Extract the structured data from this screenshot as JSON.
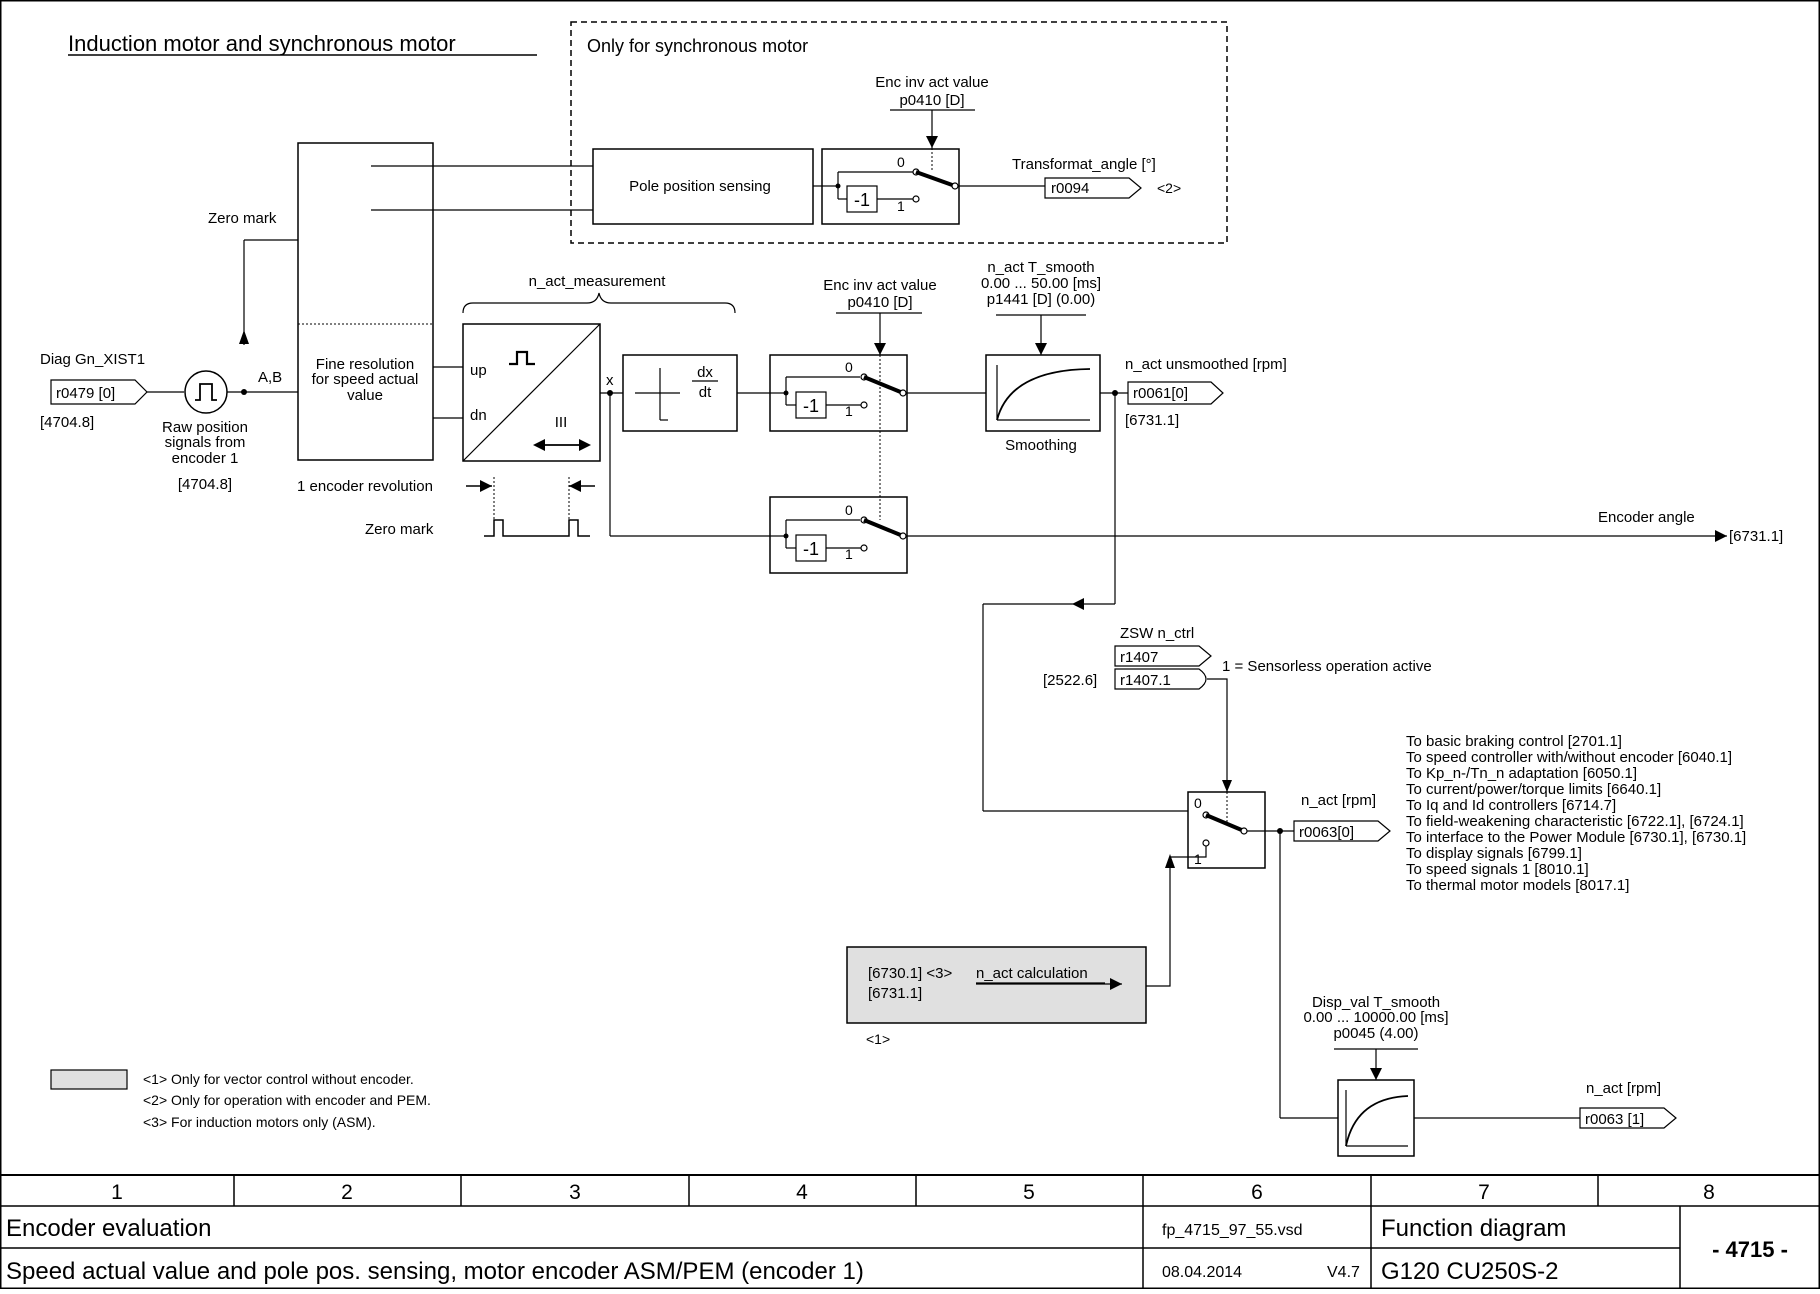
{
  "diagram": {
    "section_title": "Induction motor and synchronous motor",
    "sync_only_label": "Only for synchronous motor",
    "enc_inv_label_1": "Enc inv act value",
    "enc_inv_param_1": "p0410 [D]",
    "pole_position_sensing": "Pole position sensing",
    "inverter_label": "-1",
    "switch_0": "0",
    "switch_1": "1",
    "transformat_angle_label": "Transformat_angle [°]",
    "r0094": "r0094",
    "note_2_ref": "<2>",
    "zero_mark": "Zero mark",
    "fine_res_line1": "Fine resolution",
    "fine_res_line2": "for speed actual",
    "fine_res_line3": "value",
    "n_act_measurement": "n_act_measurement",
    "up": "up",
    "dn": "dn",
    "triple_bar": "III",
    "x_label": "x",
    "dx": "dx",
    "dt": "dt",
    "enc_inv_label_2": "Enc inv act value",
    "enc_inv_param_2": "p0410 [D]",
    "n_act_t_smooth": "n_act T_smooth",
    "t_smooth_range": "0.00 ... 50.00  [ms]",
    "t_smooth_param": "p1441 [D] (0.00)",
    "smoothing": "Smoothing",
    "n_act_unsmoothed": "n_act unsmoothed [rpm]",
    "r0061": "r0061[0]",
    "ref_6731_a": "[6731.1]",
    "diag_gn": "Diag Gn_XIST1",
    "r0479": "r0479 [0]",
    "ref_4704_a": "[4704.8]",
    "ab": "A,B",
    "raw_pos_1": "Raw position",
    "raw_pos_2": "signals from",
    "raw_pos_3": "encoder 1",
    "ref_4704_b": "[4704.8]",
    "encoder_revolution": "1 encoder revolution",
    "zero_mark_2": "Zero mark",
    "encoder_angle": "Encoder angle",
    "ref_6731_b": "[6731.1]",
    "zsw_n_ctrl": "ZSW n_ctrl",
    "r1407": "r1407",
    "r1407_1": "r1407.1",
    "ref_2522": "[2522.6]",
    "sensorless": "1 = Sensorless operation active",
    "n_act_rpm_1": "n_act [rpm]",
    "r0063_0": "r0063[0]",
    "targets": [
      "To basic braking control [2701.1]",
      "To speed controller with/without encoder [6040.1]",
      "To Kp_n-/Tn_n adaptation [6050.1]",
      "To current/power/torque limits [6640.1]",
      "To Iq and Id controllers [6714.7]",
      "To field-weakening characteristic [6722.1], [6724.1]",
      "To interface to the Power Module [6730.1], [6730.1]",
      "To display signals [6799.1]",
      "To speed signals 1 [8010.1]",
      "To thermal motor models [8017.1]"
    ],
    "calc_ref_1": "[6730.1] <3>",
    "calc_label": "n_act calculation",
    "calc_ref_2": "[6731.1]",
    "note_1_ref": "<1>",
    "disp_val": "Disp_val T_smooth",
    "disp_range": "0.00 ... 10000.00  [ms]",
    "disp_param": "p0045 (4.00)",
    "n_act_rpm_2": "n_act [rpm]",
    "r0063_1": "r0063 [1]",
    "notes": [
      "<1> Only for vector control without encoder.",
      "<2> Only for operation with encoder and PEM.",
      "<3> For induction motors only (ASM)."
    ]
  },
  "footer": {
    "columns": [
      "1",
      "2",
      "3",
      "4",
      "5",
      "6",
      "7",
      "8"
    ],
    "title": "Encoder evaluation",
    "subtitle": "Speed actual value and pole pos. sensing, motor encoder ASM/PEM (encoder 1)",
    "file": "fp_4715_97_55.vsd",
    "date": "08.04.2014",
    "version": "V4.7",
    "doc_type": "Function diagram",
    "device": "G120 CU250S-2",
    "page": "- 4715 -"
  },
  "colors": {
    "line": "#000000",
    "grey_fill": "#e0e0e0",
    "background": "#ffffff"
  }
}
